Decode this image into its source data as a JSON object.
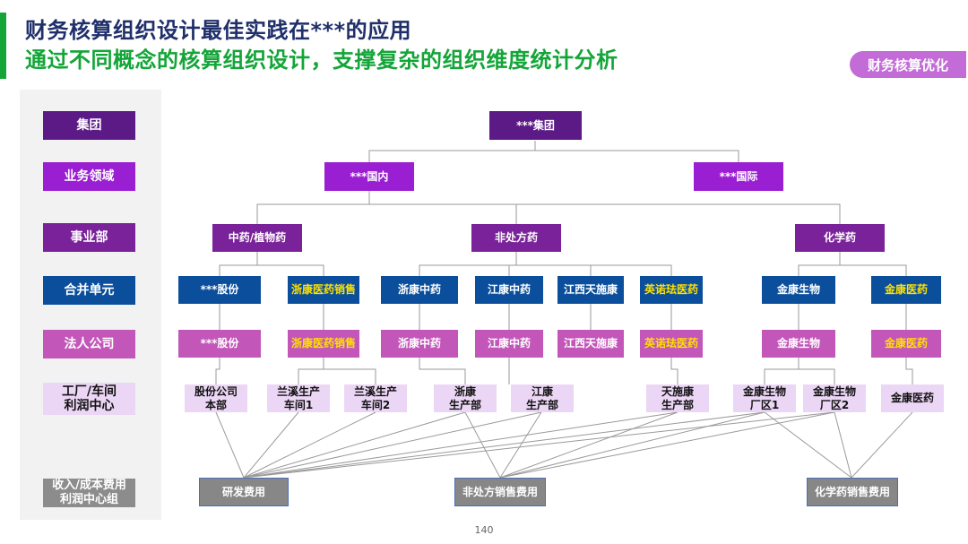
{
  "header": {
    "title": "财务核算组织设计最佳实践在***的应用",
    "subtitle": "通过不同概念的核算组织设计，支撑复杂的组织维度统计分析",
    "tag": "财务核算优化"
  },
  "levels": [
    "集团",
    "业务领域",
    "事业部",
    "合并单元",
    "法人公司",
    "工厂/车间\n利润中心",
    "收入/成本费用\n利润中心组"
  ],
  "nodes": {
    "group": "***集团",
    "domain_cn": "***国内",
    "domain_intl": "***国际",
    "div_tcm": "中药/植物药",
    "div_otc": "非处方药",
    "div_chem": "化学药",
    "cons": [
      "***股份",
      "浙康医药销售",
      "浙康中药",
      "江康中药",
      "江西天施康",
      "英诺珐医药",
      "金康生物",
      "金康医药"
    ],
    "legal": [
      "***股份",
      "浙康医药销售",
      "浙康中药",
      "江康中药",
      "江西天施康",
      "英诺珐医药",
      "金康生物",
      "金康医药"
    ],
    "plants": [
      "股份公司\n本部",
      "兰溪生产\n车间1",
      "兰溪生产\n车间2",
      "浙康\n生产部",
      "江康\n生产部",
      "天施康\n生产部",
      "金康生物\n厂区1",
      "金康生物\n厂区2",
      "金康医药"
    ],
    "costs": [
      "研发费用",
      "非处方销售费用",
      "化学药销售费用"
    ]
  },
  "colors": {
    "group": "#5c1a86",
    "domain": "#9a1fd2",
    "division": "#7a2299",
    "consolidation": "#0b4f9c",
    "legal": "#c257b9",
    "plant": "#ecd6f5",
    "highlight_text": "#ffe000",
    "cost": "#878787",
    "accent_green": "#13a538",
    "title_navy": "#1f2f6a"
  },
  "page_number": "140"
}
